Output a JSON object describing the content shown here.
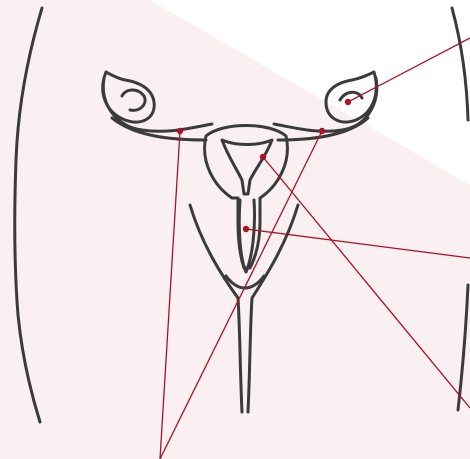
{
  "diagram": {
    "colors": {
      "background": "#ffffff",
      "tint": "#faf0f1",
      "outline": "#3b3b3b",
      "leader": "#a8122a"
    },
    "callouts": [
      {
        "name": "ovary-callout"
      },
      {
        "name": "fallopian-tube-callout"
      },
      {
        "name": "uterus-callout"
      },
      {
        "name": "cervix-callout"
      }
    ]
  }
}
